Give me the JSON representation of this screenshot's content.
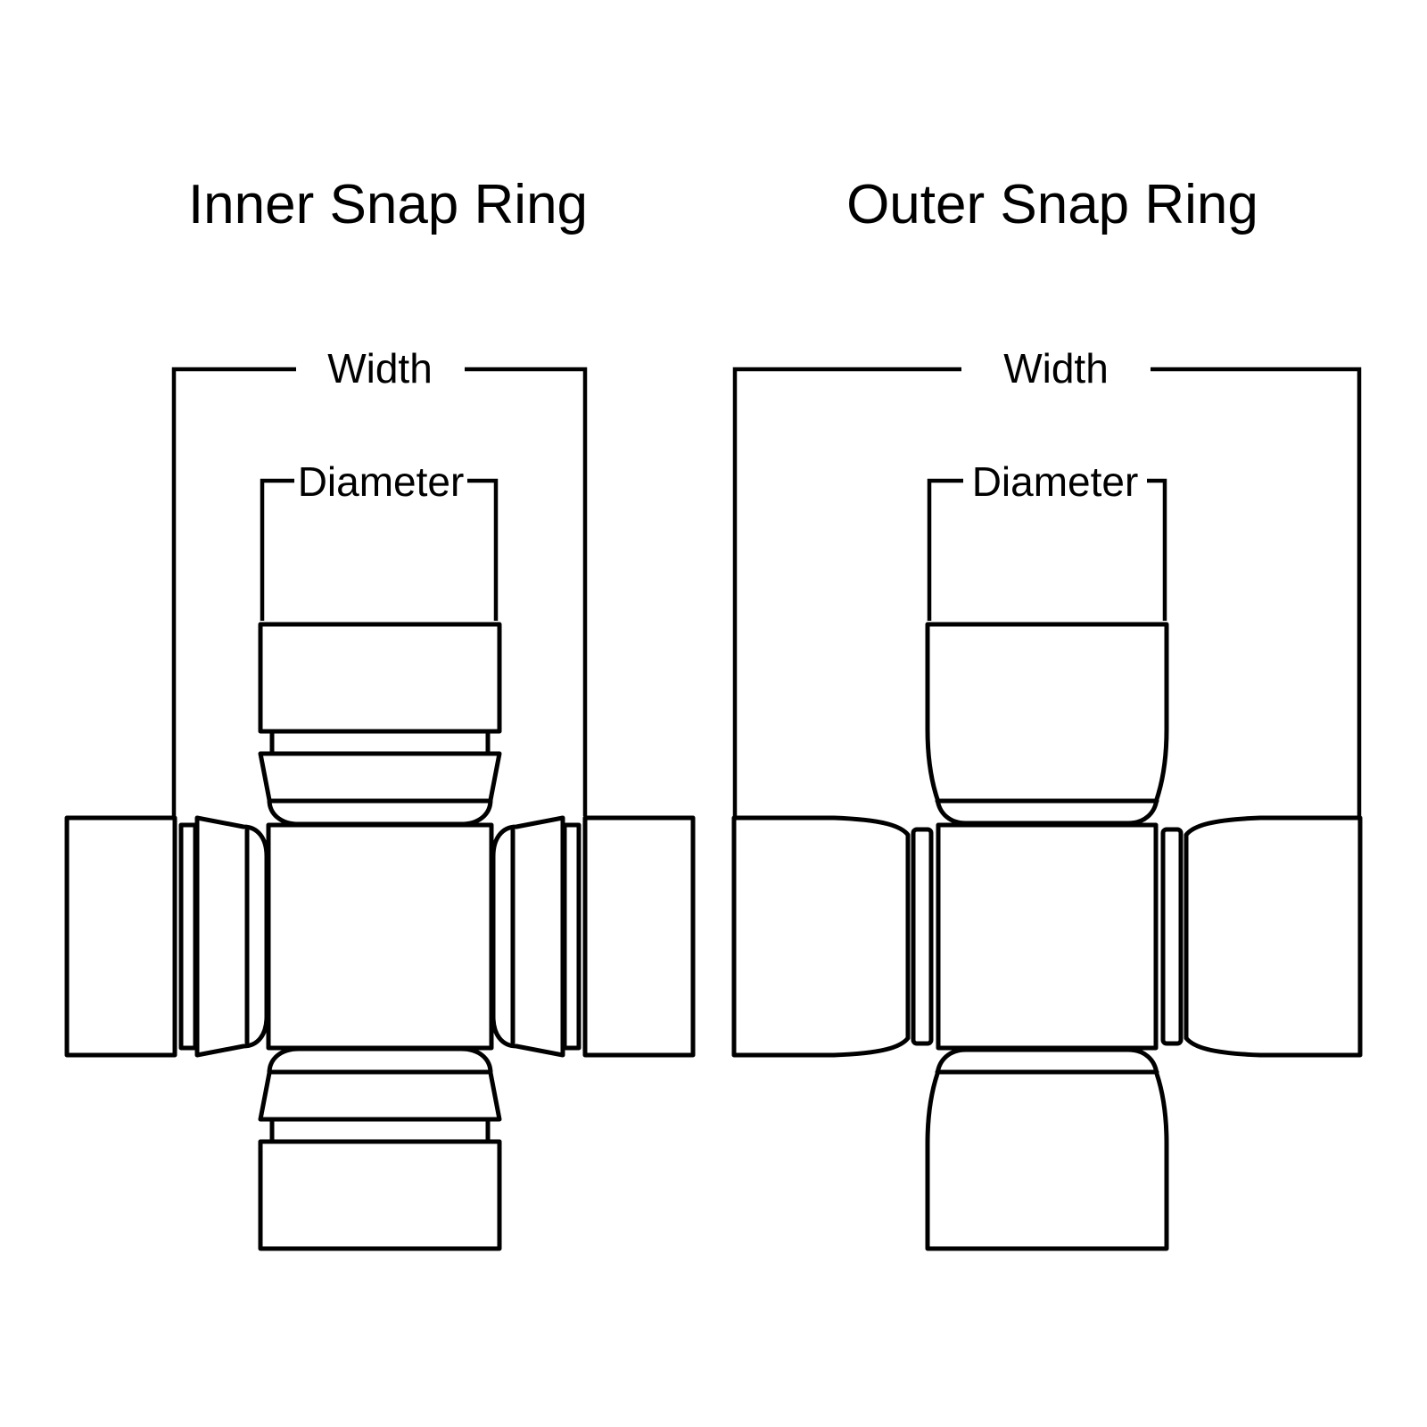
{
  "colors": {
    "background": "#ffffff",
    "ink": "#000000"
  },
  "diagrams": [
    {
      "title": "Inner Snap Ring",
      "width_label": "Width",
      "diameter_label": "Diameter"
    },
    {
      "title": "Outer Snap Ring",
      "width_label": "Width",
      "diameter_label": "Diameter"
    }
  ]
}
